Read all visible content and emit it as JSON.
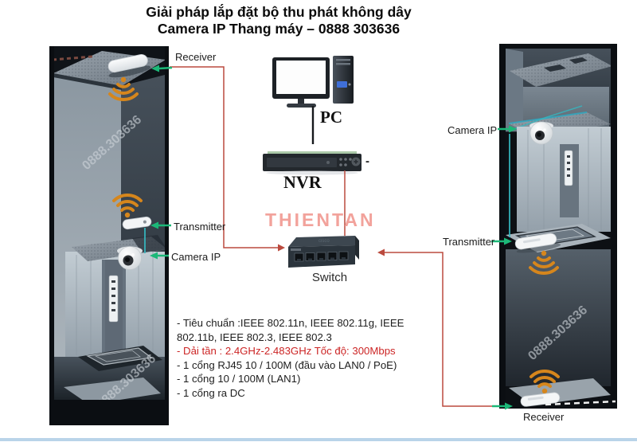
{
  "title": {
    "line1": "Giải pháp lắp đặt bộ thu phát không dây",
    "line2": "Camera IP Thang máy – 0888 303636"
  },
  "labels": {
    "left_receiver": "Receiver",
    "left_transmitter": "Transmitter",
    "left_camera": "Camera IP",
    "right_camera": "Camera IP",
    "right_transmitter": "Transmitter",
    "right_receiver": "Receiver",
    "pc": "PC",
    "nvr": "NVR",
    "nvr_dash": "-",
    "switch": "Switch"
  },
  "watermarks": {
    "brand": "THIENTAN",
    "phone_left_top": "0888.303636",
    "phone_left_bottom": "0888.303636",
    "phone_right": "0888.303636"
  },
  "specs": {
    "standards": "- Tiêu chuẩn :IEEE 802.11n, IEEE 802.11g, IEEE 802.11b, IEEE 802.3, IEEE 802.3",
    "frequency": "- Dải tần : 2.4GHz-2.483GHz Tốc độ: 300Mbps",
    "port1": "- 1 cổng RJ45 10 / 100M (đầu vào LAN0 / PoE)",
    "port2": "- 1 cổng 10 / 100M (LAN1)",
    "port3": "- 1 cổng ra DC"
  },
  "colors": {
    "connection_red": "#bb4a3e",
    "arrow_green": "#1cb878",
    "wifi_orange": "#d6861c",
    "spec_red": "#cc2525",
    "watermark_pink": "#f2a29b",
    "bottom_bar_blue": "#b9d4e9"
  }
}
